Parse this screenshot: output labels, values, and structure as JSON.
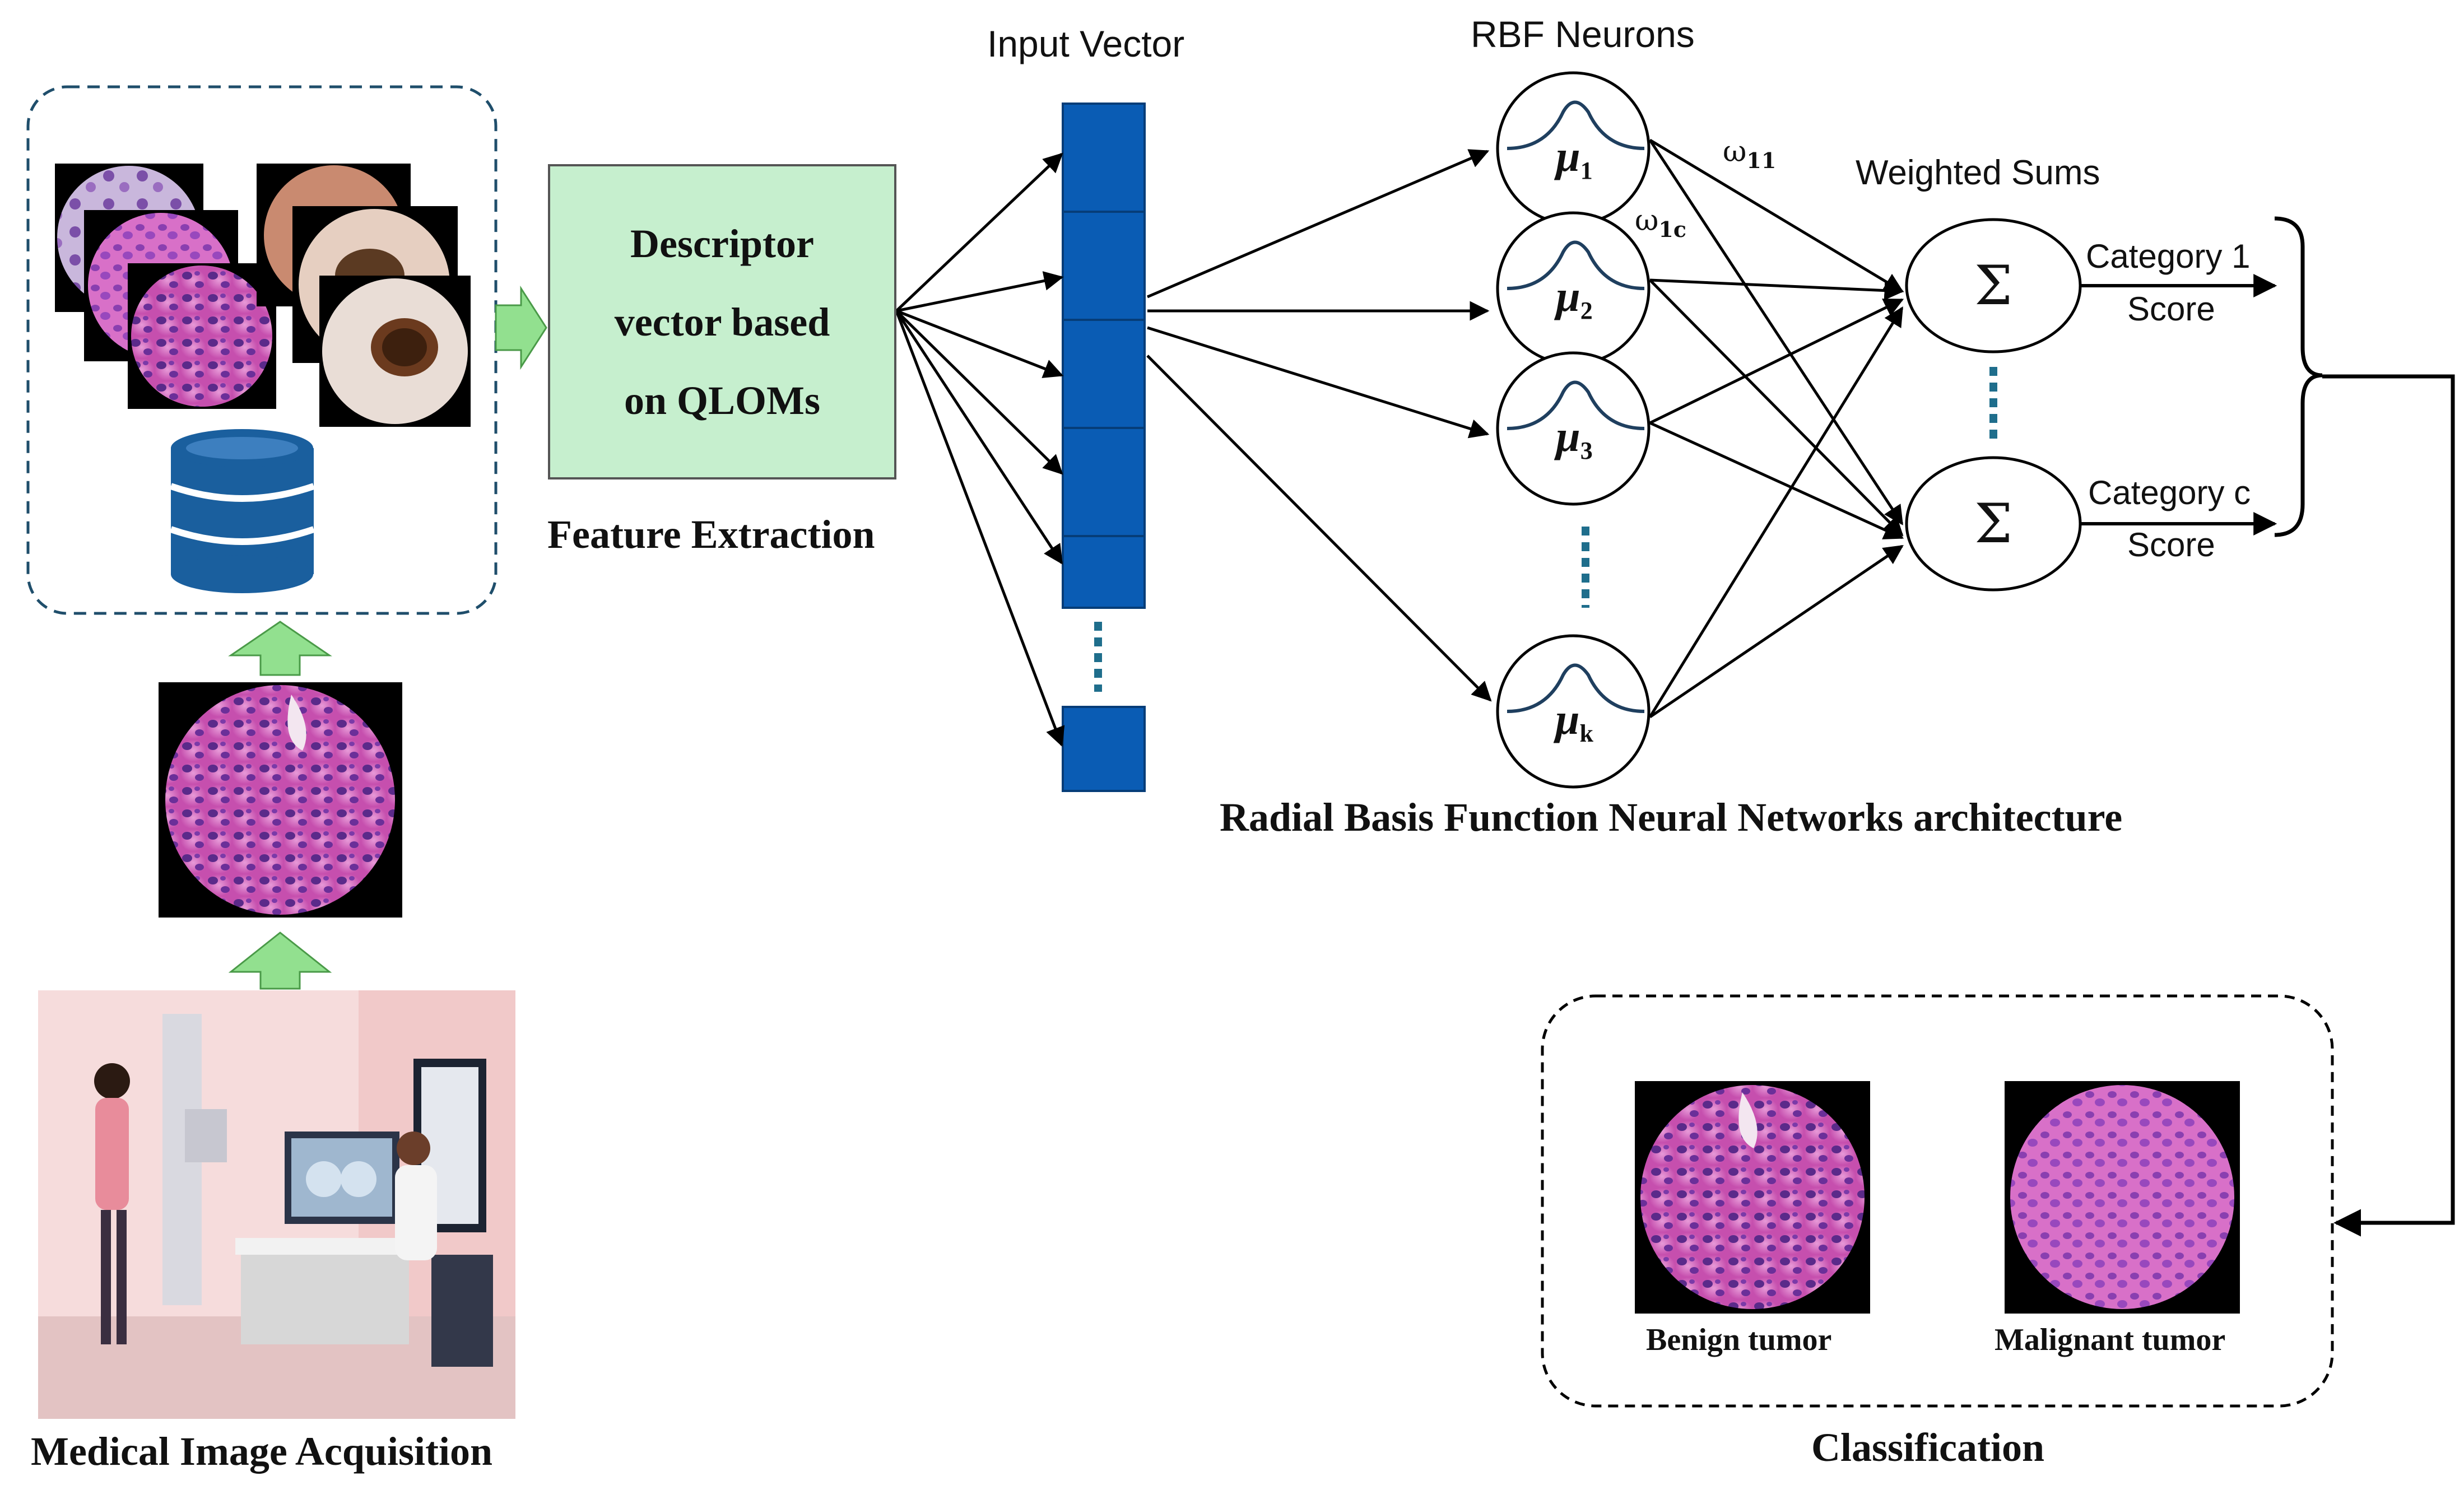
{
  "labels": {
    "input_vector": "Input Vector",
    "rbf_neurons": "RBF Neurons",
    "weighted_sums": "Weighted Sums",
    "descriptor_box": [
      "Descriptor",
      "vector based",
      "on QLOMs"
    ],
    "feature_extraction": "Feature Extraction",
    "rbfnn_architecture": "Radial Basis Function Neural Networks architecture",
    "medical_image_acquisition": "Medical Image Acquisition",
    "classification": "Classification",
    "benign": "Benign tumor",
    "malignant": "Malignant tumor",
    "category_1": "Category 1",
    "category_c": "Category c",
    "score": "Score"
  },
  "neurons": [
    {
      "symbol": "μ",
      "sub": "1"
    },
    {
      "symbol": "μ",
      "sub": "2"
    },
    {
      "symbol": "μ",
      "sub": "3"
    },
    {
      "symbol": "μ",
      "sub": "k"
    }
  ],
  "sum_symbol": "Σ",
  "weights": [
    {
      "symbol": "ω",
      "sub": "11"
    },
    {
      "symbol": "ω",
      "sub": "1c"
    }
  ],
  "colors": {
    "vector_blue": "#0a5cb4",
    "feature_box_green": "#c6efce",
    "arrow_green": "#92e08f",
    "dashed_border": "#1f4e6b",
    "tissue_pink": "#d25ab4",
    "dot_teal": "#1f6e8c"
  },
  "icons": [
    "database-icon",
    "mammography-scene-illustration",
    "histology-image",
    "skin-lesion-image"
  ]
}
